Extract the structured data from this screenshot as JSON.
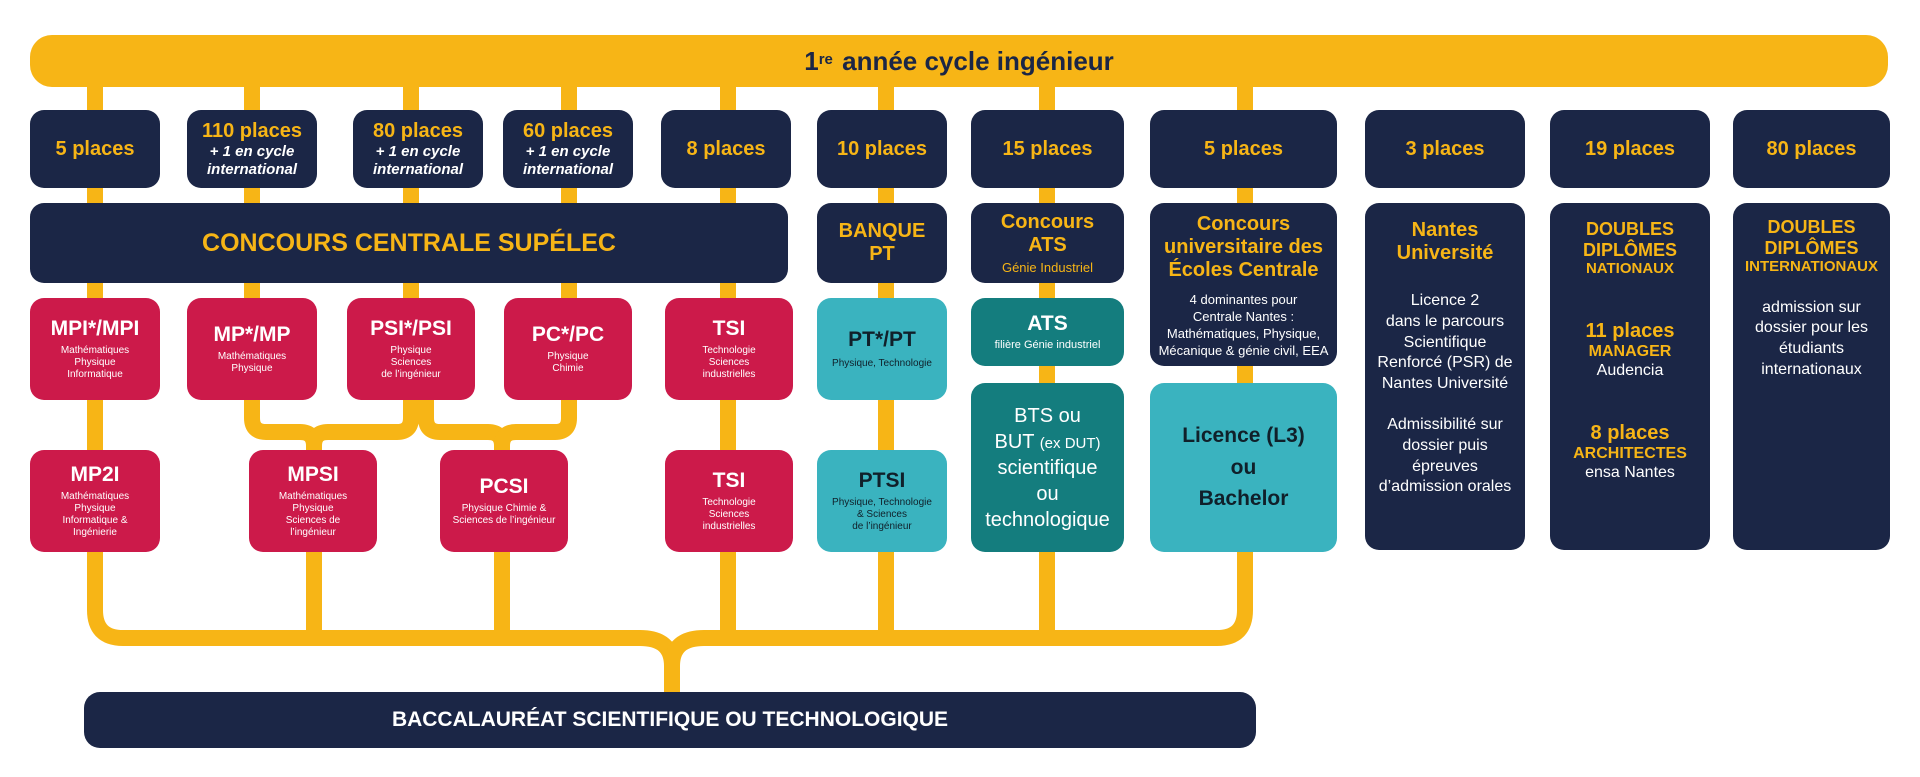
{
  "header": {
    "title_sup": "re",
    "title_prefix": "1",
    "title_rest": "année cycle ingénieur"
  },
  "places": [
    {
      "main": "5 places",
      "sub1": "",
      "sub2": ""
    },
    {
      "main": "110 places",
      "sub1": "+ 1 en cycle",
      "sub2": "international"
    },
    {
      "main": "80 places",
      "sub1": "+ 1 en cycle",
      "sub2": "international"
    },
    {
      "main": "60 places",
      "sub1": "+ 1 en cycle",
      "sub2": "international"
    },
    {
      "main": "8 places",
      "sub1": "",
      "sub2": ""
    },
    {
      "main": "10 places",
      "sub1": "",
      "sub2": ""
    },
    {
      "main": "15 places",
      "sub1": "",
      "sub2": ""
    },
    {
      "main": "5 places",
      "sub1": "",
      "sub2": ""
    },
    {
      "main": "3 places",
      "sub1": "",
      "sub2": ""
    },
    {
      "main": "19 places",
      "sub1": "",
      "sub2": ""
    },
    {
      "main": "80 places",
      "sub1": "",
      "sub2": ""
    }
  ],
  "concours": {
    "centrale": "CONCOURS CENTRALE SUPÉLEC",
    "banque_line1": "BANQUE",
    "banque_line2": "PT",
    "ats_line1": "Concours",
    "ats_line2": "ATS",
    "ats_sub": "Génie Industriel",
    "univ_line1": "Concours",
    "univ_line2": "universitaire des",
    "univ_line3": "Écoles Centrale",
    "univ_desc1": "4 dominantes pour",
    "univ_desc2": "Centrale Nantes :",
    "univ_desc3": "Mathématiques, Physique,",
    "univ_desc4": "Mécanique & génie civil, EEA"
  },
  "nantes_univ": {
    "title1": "Nantes",
    "title2": "Université",
    "lines": [
      "Licence 2",
      "dans le parcours",
      "Scientifique",
      "Renforcé (PSR) de",
      "Nantes Université"
    ],
    "lines2": [
      "Admissibilité sur",
      "dossier puis",
      "épreuves",
      "d’admission orales"
    ]
  },
  "doubles_nat": {
    "title1": "DOUBLES",
    "title2": "DIPLÔMES",
    "title3": "NATIONAUX",
    "p1": "11 places",
    "c1": "MANAGER",
    "n1": "Audencia",
    "p2": "8 places",
    "c2": "ARCHITECTES",
    "n2": "ensa Nantes"
  },
  "doubles_int": {
    "title1": "DOUBLES",
    "title2": "DIPLÔMES",
    "title3": "INTERNATIONAUX",
    "lines": [
      "admission sur",
      "dossier pour les",
      "étudiants",
      "internationaux"
    ]
  },
  "cpge2": [
    {
      "name": "MPI*/MPI",
      "l1": "Mathématiques",
      "l2": "Physique",
      "l3": "Informatique"
    },
    {
      "name": "MP*/MP",
      "l1": "Mathématiques",
      "l2": "Physique",
      "l3": ""
    },
    {
      "name": "PSI*/PSI",
      "l1": "Physique",
      "l2": "Sciences",
      "l3": "de l’ingénieur"
    },
    {
      "name": "PC*/PC",
      "l1": "Physique",
      "l2": "Chimie",
      "l3": ""
    },
    {
      "name": "TSI",
      "l1": "Technologie",
      "l2": "Sciences",
      "l3": "industrielles"
    }
  ],
  "pt": {
    "name": "PT*/PT",
    "l1": "Physique, Technologie"
  },
  "ats": {
    "name": "ATS",
    "l1": "filière Génie industriel"
  },
  "cpge1": [
    {
      "name": "MP2I",
      "l1": "Mathématiques",
      "l2": "Physique",
      "l3": "Informatique &",
      "l4": "Ingénierie"
    },
    {
      "name": "MPSI",
      "l1": "Mathématiques",
      "l2": "Physique",
      "l3": "Sciences de",
      "l4": "l’ingénieur"
    },
    {
      "name": "PCSI",
      "l1": "Physique Chimie &",
      "l2": "Sciences de l’ingénieur",
      "l3": "",
      "l4": ""
    },
    {
      "name": "TSI",
      "l1": "Technologie",
      "l2": "Sciences",
      "l3": "industrielles",
      "l4": ""
    }
  ],
  "ptsi": {
    "name": "PTSI",
    "l1": "Physique, Technologie",
    "l2": "& Sciences",
    "l3": "de l’ingénieur"
  },
  "bts": {
    "l1": "BTS ou",
    "l2a": "BUT",
    "l2b": "(ex DUT)",
    "l3": "scientifique",
    "l4": "ou",
    "l5": "technologique"
  },
  "licence": {
    "l1": "Licence (L3)",
    "l2": "ou",
    "l3": "Bachelor"
  },
  "footer": {
    "bac": "BACCALAURÉAT SCIENTIFIQUE OU TECHNOLOGIQUE"
  },
  "colors": {
    "navy": "#1b2646",
    "gold": "#f7b516",
    "red": "#cc1a4a",
    "cyan": "#3ab3bf",
    "teal": "#147d7e"
  }
}
